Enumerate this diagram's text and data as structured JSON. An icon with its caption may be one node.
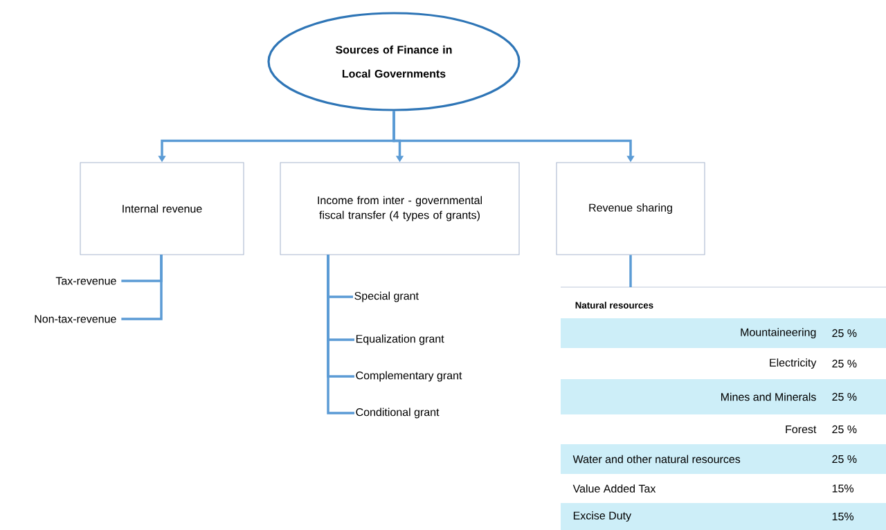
{
  "diagram": {
    "nodes": [
      {
        "text": [
          "Sources of Finance in Local Governments"
        ]
      },
      {
        "text": [
          "Internal revenue"
        ]
      },
      {
        "text": [
          "Income from inter - governmental fiscal transfer (4 types of grants)"
        ]
      },
      {
        "text": [
          "Revenue sharing"
        ]
      },
      {
        "text": [
          "Tax-revenue"
        ]
      },
      {
        "text": [
          "Non-tax-revenue"
        ]
      },
      {
        "text": [
          "Special grant"
        ]
      },
      {
        "text": [
          "Equalization grant"
        ]
      },
      {
        "text": [
          "Complementary grant"
        ]
      },
      {
        "text": [
          "Conditional grant"
        ]
      },
      {
        "text": [
          "Natural resources",
          "Mountaineering",
          "25 %",
          "Electricity",
          "25 %",
          "Mines and Minerals",
          "25 %",
          "Forest",
          "25 %",
          "Water and other natural resources",
          "25 %",
          "Value Added Tax",
          "15%",
          "Excise Duty",
          "15%"
        ]
      }
    ],
    "edges": [
      {
        "from": 0,
        "to": 1,
        "arrow": "to"
      },
      {
        "from": 0,
        "to": 2,
        "arrow": "to"
      },
      {
        "from": 0,
        "to": 3,
        "arrow": "to"
      },
      {
        "from": 1,
        "to": 4,
        "arrow": "none"
      },
      {
        "from": 1,
        "to": 5,
        "arrow": "none"
      },
      {
        "from": 2,
        "to": 6,
        "arrow": "none"
      },
      {
        "from": 2,
        "to": 7,
        "arrow": "none"
      },
      {
        "from": 2,
        "to": 8,
        "arrow": "none"
      },
      {
        "from": 2,
        "to": 9,
        "arrow": "none"
      },
      {
        "from": 3,
        "to": 10,
        "arrow": "none"
      }
    ]
  }
}
